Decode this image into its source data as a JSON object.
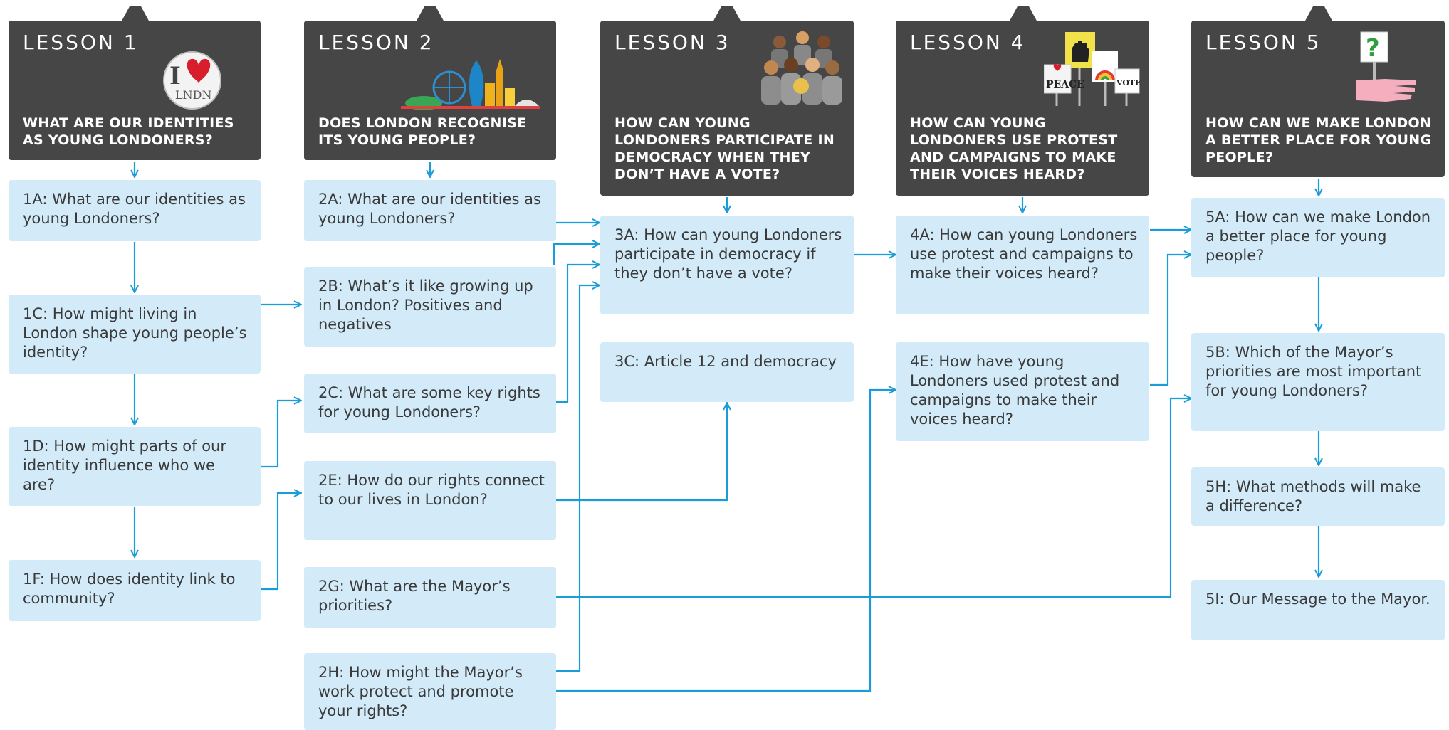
{
  "colors": {
    "header": "#464646",
    "box": "#d3ebf9",
    "line": "#1a9cd8",
    "text": "#3a3a3a"
  },
  "lessons": [
    {
      "title": "LESSON 1",
      "question": "WHAT ARE OUR IDENTITIES AS YOUNG LONDONERS?",
      "icon": "i-love-london-badge-icon",
      "badge_text": "LNDN"
    },
    {
      "title": "LESSON 2",
      "question": "DOES LONDON RECOGNISE ITS YOUNG PEOPLE?",
      "icon": "london-skyline-icon"
    },
    {
      "title": "LESSON 3",
      "question": "HOW CAN YOUNG LONDONERS PARTICIPATE IN DEMOCRACY WHEN THEY DON’T HAVE A VOTE?",
      "icon": "group-of-young-people-icon"
    },
    {
      "title": "LESSON 4",
      "question": "HOW CAN YOUNG LONDONERS USE PROTEST AND CAMPAIGNS TO MAKE THEIR VOICES HEARD?",
      "icon": "protest-placards-icon",
      "placard_peace": "PEACE",
      "placard_vote": "VOTE!"
    },
    {
      "title": "LESSON 5",
      "question": "HOW CAN WE MAKE LONDON A BETTER PLACE FOR YOUNG PEOPLE?",
      "icon": "hand-holding-question-sign-icon",
      "sign_text": "?"
    }
  ],
  "boxes": {
    "1A": "1A: What are our identities as young Londoners?",
    "1C": "1C: How might living in London shape young people’s identity?",
    "1D": "1D: How might parts of our identity influence who we are?",
    "1F": "1F: How does identity link to community?",
    "2A": "2A: What are our identities as young Londoners?",
    "2B": "2B: What’s it like growing up in London? Positives and negatives",
    "2C": "2C: What are some key rights for young Londoners?",
    "2E": "2E: How do our rights connect to our lives in London?",
    "2G": "2G: What are the Mayor’s priorities?",
    "2H": "2H: How might the Mayor’s work protect and promote your rights?",
    "3A": "3A: How can young Londoners participate in democracy if they don’t have a vote?",
    "3C": "3C: Article 12 and democracy",
    "4A": "4A: How can young Londoners use protest and campaigns to make their voices heard?",
    "4E": "4E: How have young Londoners used protest and campaigns to make their voices heard?",
    "5A": "5A: How can we make London a better place for young people?",
    "5B": "5B: Which of the Mayor’s priorities are most important for young Londoners?",
    "5H": "5H: What methods will make a difference?",
    "5I": "5I: Our Message to the Mayor."
  }
}
